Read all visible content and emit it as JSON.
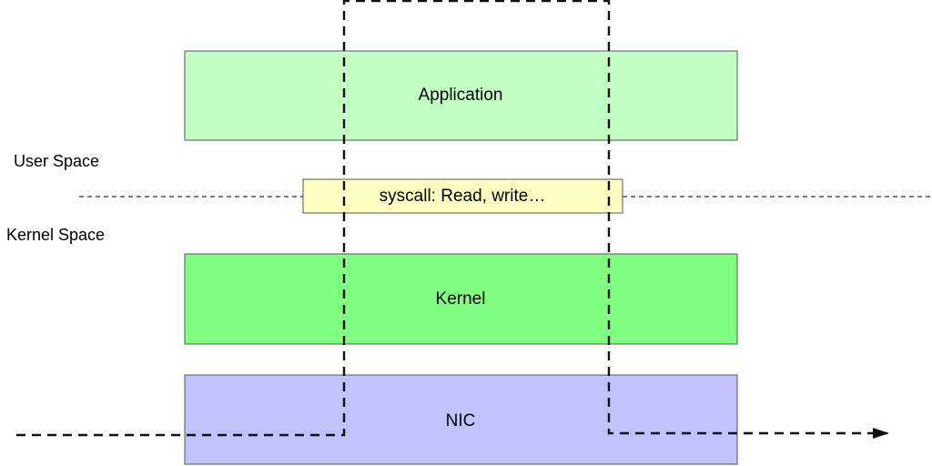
{
  "diagram": {
    "user_space_label": "User Space",
    "kernel_space_label": "Kernel Space",
    "boxes": {
      "application": {
        "label": "Application",
        "fill": "#c2ffc2"
      },
      "syscall": {
        "label": "syscall: Read, write…",
        "fill": "#ffffc4"
      },
      "kernel": {
        "label": "Kernel",
        "fill": "#80ff80"
      },
      "nic": {
        "label": "NIC",
        "fill": "#c2c2ff"
      }
    },
    "colors": {
      "box_stroke": "#555555",
      "boundary_line": "#333333",
      "data_path": "#111111"
    }
  }
}
